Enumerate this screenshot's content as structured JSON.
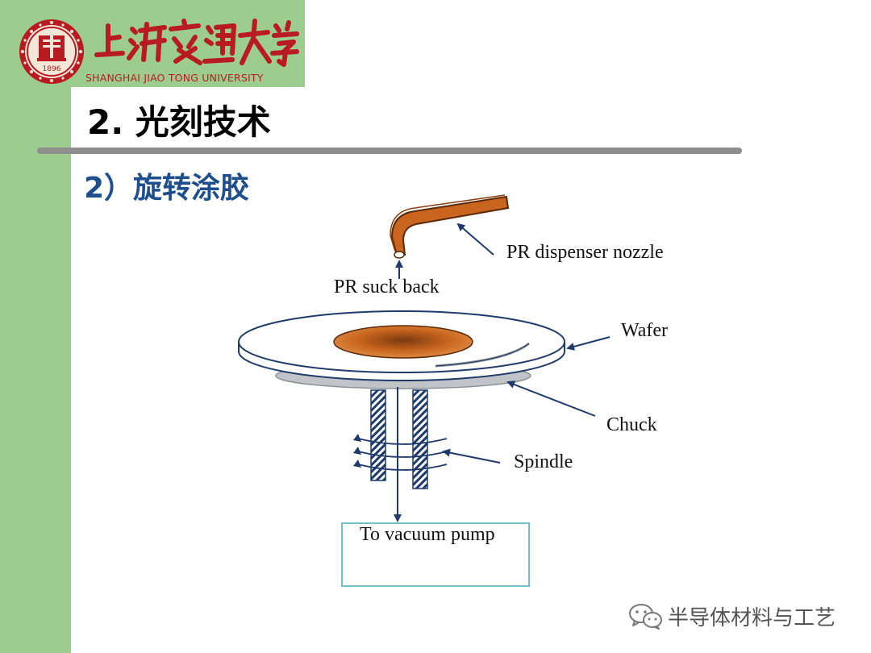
{
  "header": {
    "university_name_zh": "上海交通大学",
    "university_name_en": "SHANGHAI JIAO TONG UNIVERSITY",
    "logo_seal_text": "1896",
    "brand_color": "#b81c22",
    "accent_green": "#9ccc90"
  },
  "slide": {
    "title": "2. 光刻技术",
    "subtitle": "2）旋转涂胶",
    "subtitle_color": "#1f4e8c"
  },
  "diagram": {
    "labels": {
      "nozzle": "PR dispenser nozzle",
      "suck_back": "PR suck back",
      "wafer": "Wafer",
      "chuck": "Chuck",
      "spindle": "Spindle",
      "vacuum": "To vacuum pump"
    },
    "colors": {
      "photoresist": "#c9651e",
      "wafer": "#ffffff",
      "chuck": "#c0c4c8",
      "arrow": "#1f3a6b",
      "vacuum_box": "#6fc3c8"
    }
  },
  "watermark": {
    "icon": "wechat-icon",
    "text": "半导体材料与工艺"
  }
}
